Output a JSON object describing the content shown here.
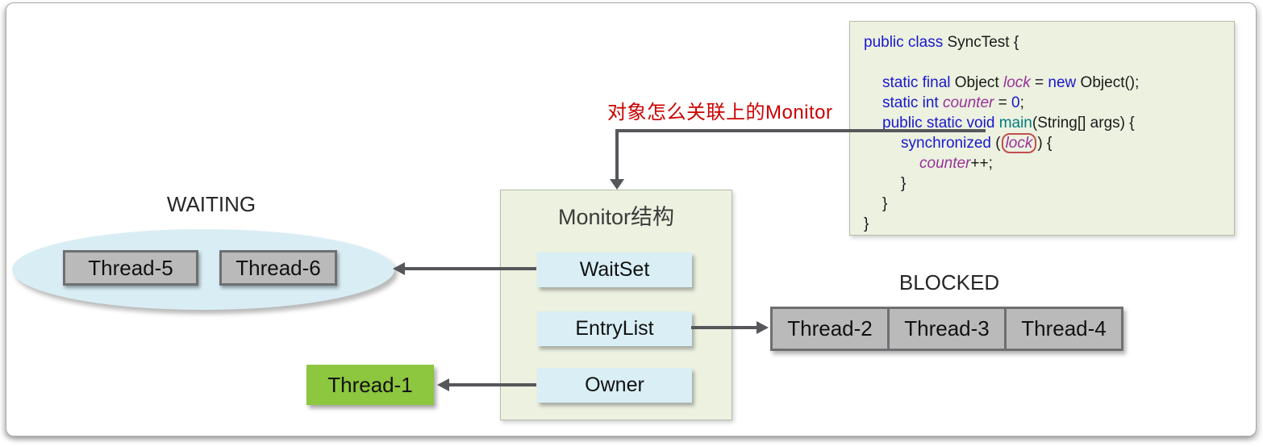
{
  "palette": {
    "annotation_red": "#cc0000",
    "panel_green": "#ecf1e0",
    "slot_blue": "#d9eef5",
    "ellipse_blue": "#d9edf4",
    "thread_gray": "#bababa",
    "thread_border_gray": "#6e6f71",
    "owner_green": "#8dc63f",
    "arrow_gray": "#55575a",
    "keyword_blue": "#1a18cb",
    "identifier_purple": "#993399",
    "method_teal": "#007d7e",
    "lock_circle_red": "#c0504d"
  },
  "annotation": {
    "text": "对象怎么关联上的Monitor"
  },
  "monitor": {
    "title": "Monitor结构",
    "slots": [
      {
        "label": "WaitSet"
      },
      {
        "label": "EntryList"
      },
      {
        "label": "Owner"
      }
    ]
  },
  "waiting": {
    "label": "WAITING",
    "threads": [
      {
        "label": "Thread-5"
      },
      {
        "label": "Thread-6"
      }
    ]
  },
  "blocked": {
    "label": "BLOCKED",
    "threads": [
      {
        "label": "Thread-2"
      },
      {
        "label": "Thread-3"
      },
      {
        "label": "Thread-4"
      }
    ]
  },
  "owner_thread": {
    "label": "Thread-1"
  },
  "code": {
    "lines": [
      {
        "tokens": [
          {
            "c": "kw",
            "t": "public class"
          },
          {
            "c": "pl",
            "t": " SyncTest {"
          }
        ]
      },
      {
        "tokens": []
      },
      {
        "tokens": [
          {
            "c": "kw",
            "t": "static final"
          },
          {
            "c": "pl",
            "t": " Object "
          },
          {
            "c": "vr",
            "t": "lock"
          },
          {
            "c": "pl",
            "t": " = "
          },
          {
            "c": "kw",
            "t": "new"
          },
          {
            "c": "pl",
            "t": " Object();"
          }
        ]
      },
      {
        "tokens": [
          {
            "c": "kw",
            "t": "static int"
          },
          {
            "c": "pl",
            "t": " "
          },
          {
            "c": "vr",
            "t": "counter"
          },
          {
            "c": "pl",
            "t": " = "
          },
          {
            "c": "nm",
            "t": "0"
          },
          {
            "c": "pl",
            "t": ";"
          }
        ]
      },
      {
        "tokens": [
          {
            "c": "kw",
            "t": "public static void"
          },
          {
            "c": "pl",
            "t": " "
          },
          {
            "c": "fn",
            "t": "main"
          },
          {
            "c": "pl",
            "t": "(String[] args) {"
          }
        ]
      },
      {
        "tokens": [
          {
            "c": "kw",
            "t": "synchronized"
          },
          {
            "c": "pl",
            "t": " ("
          },
          {
            "c": "vr",
            "t": "lock"
          },
          {
            "c": "pl",
            "t": ") {"
          }
        ]
      },
      {
        "tokens": [
          {
            "c": "vr",
            "t": "counter"
          },
          {
            "c": "pl",
            "t": "++;"
          }
        ]
      },
      {
        "tokens": [
          {
            "c": "pl",
            "t": "}"
          }
        ]
      },
      {
        "tokens": [
          {
            "c": "pl",
            "t": "}"
          }
        ]
      },
      {
        "tokens": [
          {
            "c": "pl",
            "t": "}"
          }
        ]
      }
    ]
  }
}
